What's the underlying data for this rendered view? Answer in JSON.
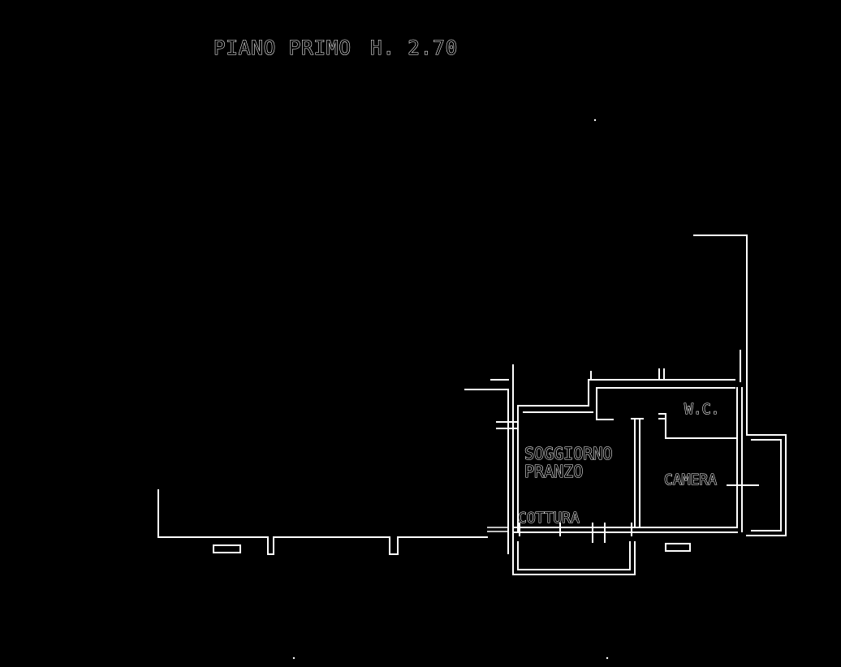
{
  "drawing": {
    "title": "PIANO PRIMO",
    "height_label": "H. 2.70"
  },
  "rooms": {
    "soggiorno": "SOGGIORNO",
    "pranzo": "PRANZO",
    "cottura": "COTTURA",
    "wc": "W.C.",
    "camera": "CAMERA"
  },
  "colors": {
    "background": "#000000",
    "linework": "#ffffff"
  }
}
